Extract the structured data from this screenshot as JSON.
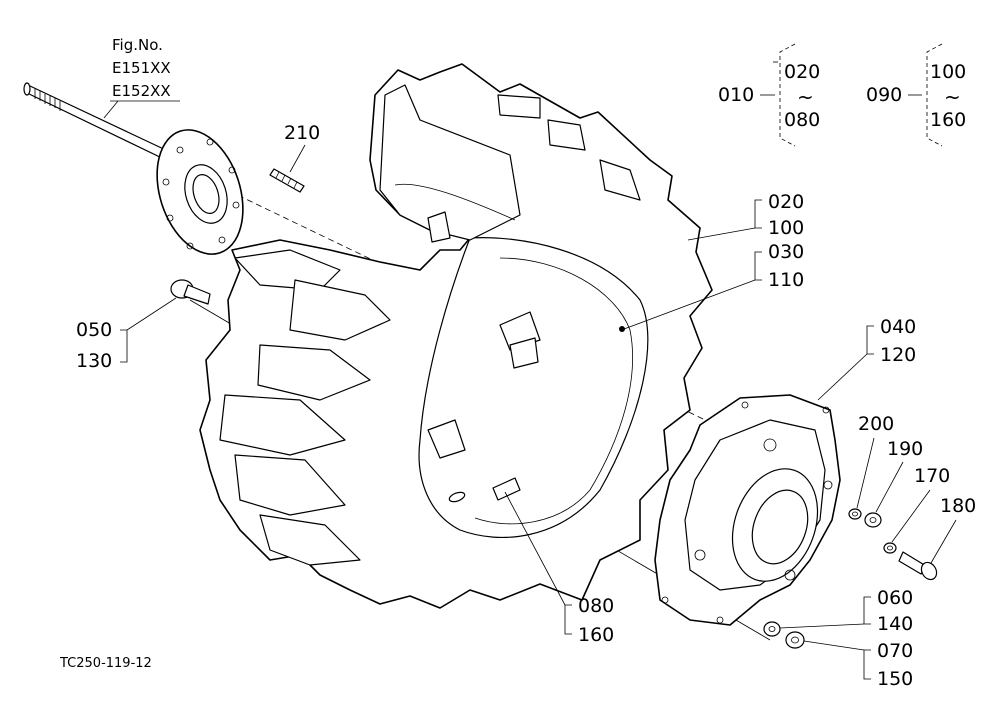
{
  "fig_heading": "Fig.No.",
  "fig_numbers": [
    "E151XX",
    "E152XX"
  ],
  "footer_code": "TC250-119-12",
  "tilde": "~",
  "legend": [
    {
      "ref": "010",
      "from": "020",
      "to": "080"
    },
    {
      "ref": "090",
      "from": "100",
      "to": "160"
    }
  ],
  "callouts": {
    "c210": "210",
    "c020": "020",
    "c100": "100",
    "c030": "030",
    "c110": "110",
    "c050": "050",
    "c130": "130",
    "c040": "040",
    "c120": "120",
    "c200": "200",
    "c190": "190",
    "c170": "170",
    "c180": "180",
    "c080": "080",
    "c160": "160",
    "c060": "060",
    "c140": "140",
    "c070": "070",
    "c150": "150"
  }
}
